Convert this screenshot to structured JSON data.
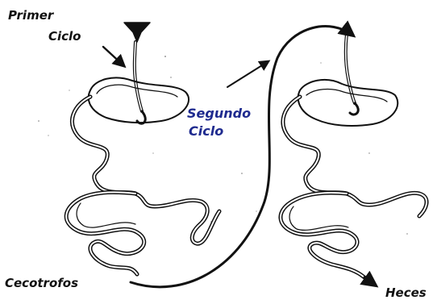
{
  "labels": {
    "first_cycle_line1": "Primer",
    "first_cycle_line2": "Ciclo",
    "second_cycle_line1": "Segundo",
    "second_cycle_line2": "Ciclo",
    "cecotrophs": "Cecotrofos",
    "feces": "Heces"
  },
  "colors": {
    "ink": "#111111",
    "second_cycle_text": "#1f2b8f"
  }
}
